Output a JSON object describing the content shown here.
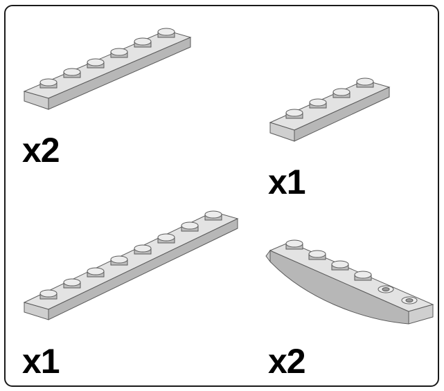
{
  "parts": [
    {
      "name": "plate-1x6",
      "quantity": "x2"
    },
    {
      "name": "plate-1x4",
      "quantity": "x1"
    },
    {
      "name": "plate-1x8",
      "quantity": "x1"
    },
    {
      "name": "inverted-slope-1x6",
      "quantity": "x2"
    }
  ],
  "colors": {
    "brick_top": "#e3e3e3",
    "brick_front": "#b7b7b7",
    "outline": "#5a5a5a",
    "frame": "#1a1a1a"
  }
}
